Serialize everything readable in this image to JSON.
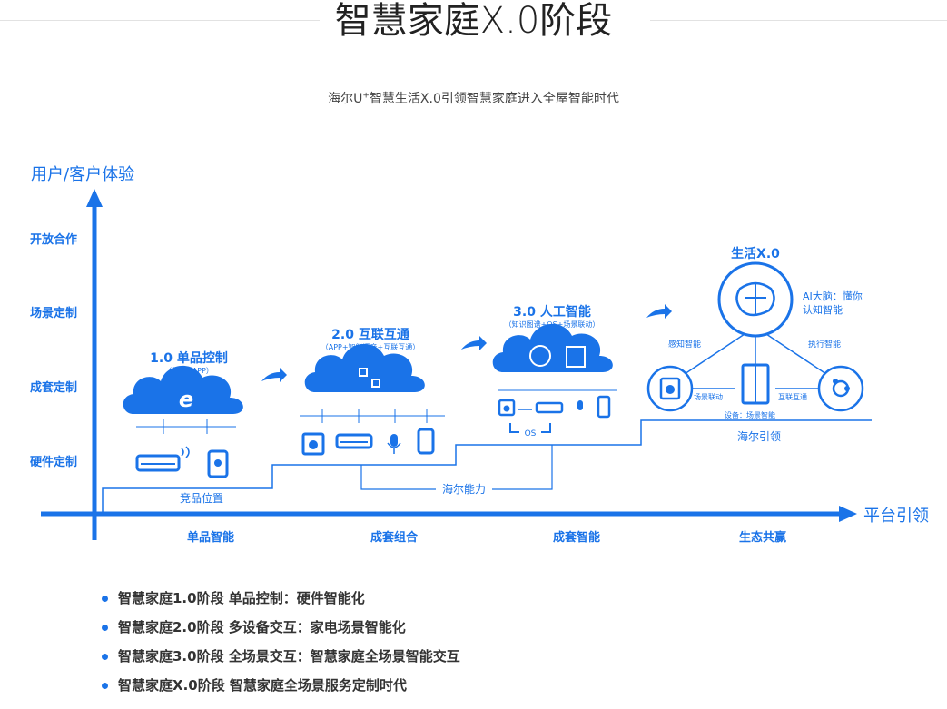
{
  "header": {
    "title": "智慧家庭X.0阶段",
    "subtitle_part1": "海尔U",
    "subtitle_sup": "+",
    "subtitle_part2": "智慧生活X.0引领智慧家庭进入全屋智能时代"
  },
  "colors": {
    "accent": "#1a73e8",
    "text": "#333333"
  },
  "axes": {
    "y_label": "用户/客户体验",
    "x_label": "平台引领",
    "y_levels": [
      "硬件定制",
      "成套定制",
      "场景定制",
      "开放合作"
    ],
    "x_stages": [
      "单品智能",
      "成套组合",
      "成套智能",
      "生态共赢"
    ]
  },
  "steps": {
    "s1": {
      "title": "1.0 单品控制",
      "sub": "（网器+APP）",
      "icon": "ie-browser-icon",
      "devices": [
        "air-conditioner-icon",
        "tablet-touch-icon"
      ]
    },
    "s2": {
      "title": "2.0 互联互通",
      "sub": "（APP+智能语音+互联互通）",
      "icon": "interconnect-icon",
      "devices": [
        "washer-icon",
        "air-conditioner-icon",
        "microphone-icon",
        "phone-icon"
      ]
    },
    "s3": {
      "title": "3.0 人工智能",
      "sub": "（知识图谱+OS+场景联动）",
      "icon": "ai-head-icon",
      "os": "OS",
      "devices": [
        "washer-icon",
        "air-conditioner-icon",
        "microphone-icon",
        "phone-icon"
      ]
    },
    "s4": {
      "title": "生活X.0",
      "brain_label_1": "AI大脑：懂你",
      "brain_label_2": "认知智能",
      "sense": "感知智能",
      "exec": "执行智能",
      "scene_link_1": "场景联动",
      "scene_link_2": "互联互通",
      "device_line": "设备：场景智能",
      "icon": "brain-icon"
    }
  },
  "labels": {
    "product_position": "竞品位置",
    "haier_capability": "海尔能力",
    "haier_lead": "海尔引领"
  },
  "bullets": [
    "智慧家庭1.0阶段  单品控制：硬件智能化",
    "智慧家庭2.0阶段  多设备交互：家电场景智能化",
    "智慧家庭3.0阶段  全场景交互：智慧家庭全场景智能交互",
    "智慧家庭X.0阶段  智慧家庭全场景服务定制时代"
  ]
}
